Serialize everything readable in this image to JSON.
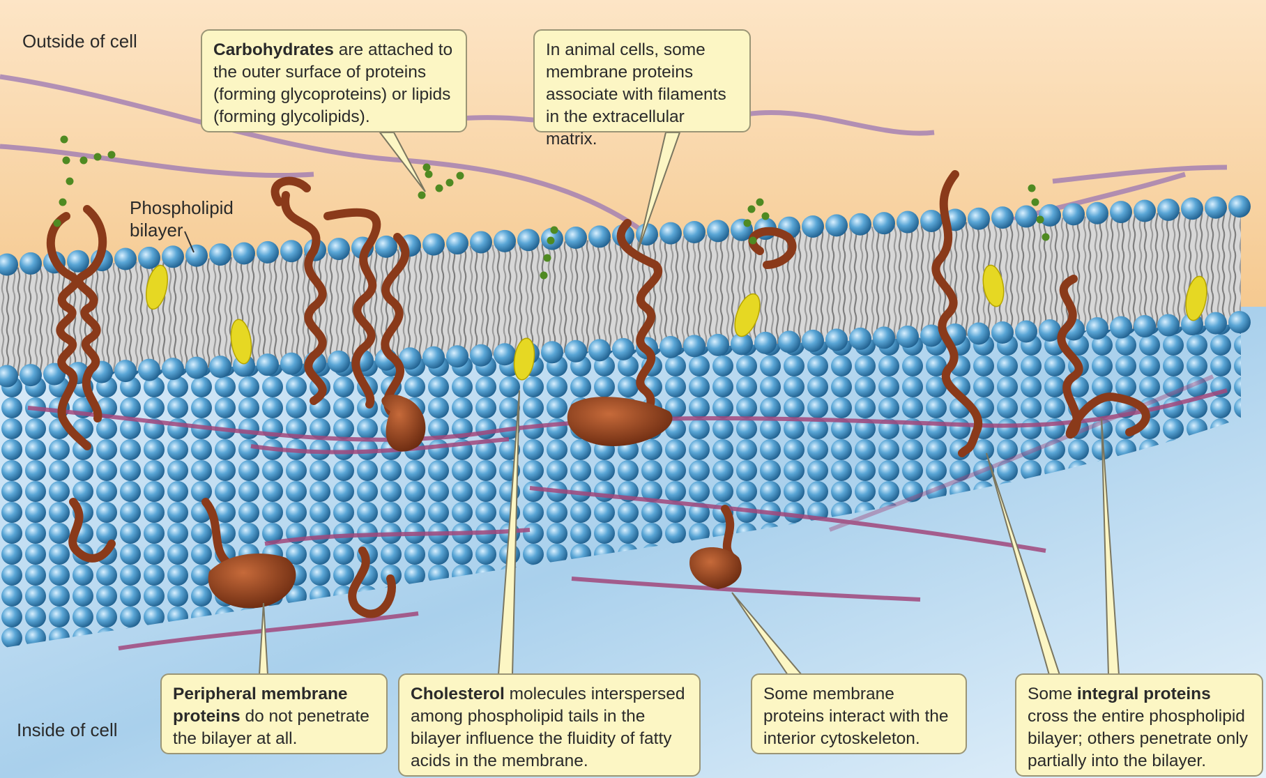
{
  "labels": {
    "outside": "Outside of cell",
    "inside": "Inside of cell",
    "phospholipid_line1": "Phospholipid",
    "phospholipid_line2": "bilayer"
  },
  "callouts": {
    "carbohydrates": {
      "bold": "Carbohydrates",
      "text": " are attached to the outer surface of proteins (forming glycoproteins) or lipids (forming glycolipids)."
    },
    "ecm": {
      "text": "In animal cells, some membrane proteins associate with filaments in the extracellular matrix."
    },
    "peripheral": {
      "bold": "Peripheral membrane proteins",
      "text": " do not penetrate the bilayer at all."
    },
    "cholesterol": {
      "bold": "Cholesterol",
      "text": " molecules interspersed among phospholipid tails in the bilayer influence the fluidity of fatty acids in the membrane."
    },
    "cytoskeleton": {
      "text": "Some membrane proteins interact with the interior cytoskeleton."
    },
    "integral": {
      "pre": "Some ",
      "bold": "integral proteins",
      "text": " cross the entire phospholipid bilayer; others penetrate only partially into the bilayer."
    }
  },
  "colors": {
    "outside_bg": "#f4c98a",
    "inside_bg": "#bcd9ee",
    "lipid_head": "#5aa6d6",
    "protein": "#8a3a1a",
    "cholesterol": "#e8dc2a",
    "carbohydrate": "#4f8a22",
    "filament": "#8c3a78",
    "callout_bg": "#fcf6c4"
  }
}
